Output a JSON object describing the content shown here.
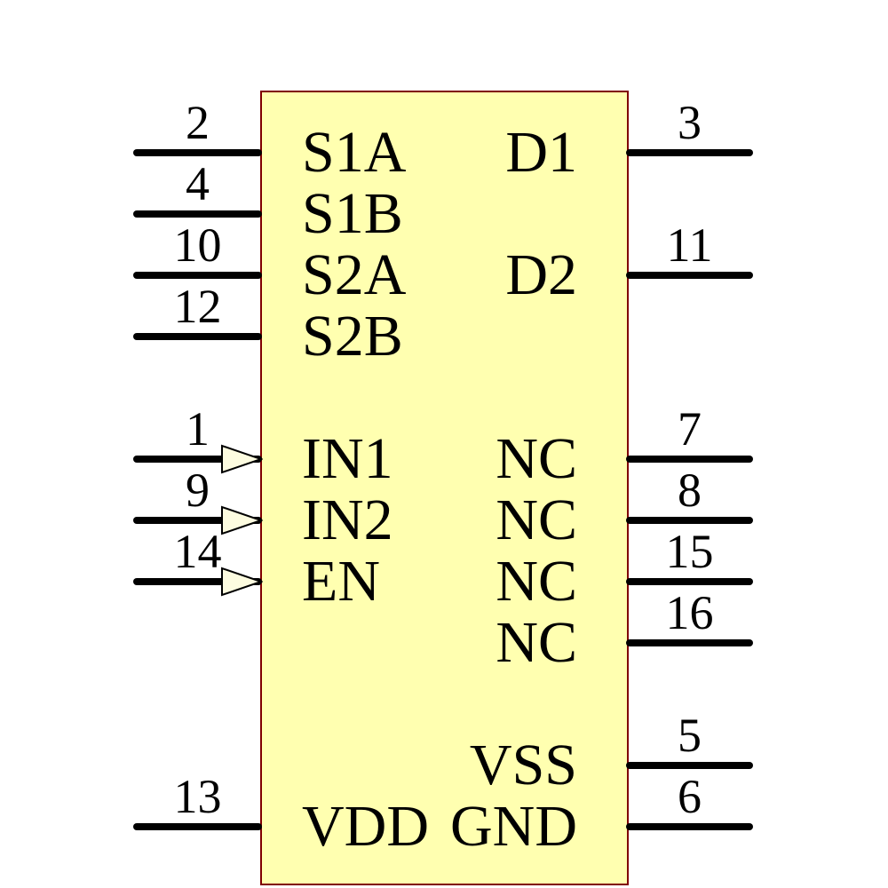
{
  "diagram": {
    "type": "ic-schematic-symbol",
    "colors": {
      "body_fill": "#FFFFB0",
      "body_border": "#800000",
      "pin_line": "#000000",
      "text": "#000000",
      "arrow_fill": "#FDFCE0",
      "arrow_stroke": "#000000",
      "background": "#FFFFFF"
    },
    "pins": [
      {
        "number": "2",
        "name": "S1A",
        "side": "left",
        "row": 0,
        "arrow": false
      },
      {
        "number": "4",
        "name": "S1B",
        "side": "left",
        "row": 1,
        "arrow": false
      },
      {
        "number": "10",
        "name": "S2A",
        "side": "left",
        "row": 2,
        "arrow": false
      },
      {
        "number": "12",
        "name": "S2B",
        "side": "left",
        "row": 3,
        "arrow": false
      },
      {
        "number": "1",
        "name": "IN1",
        "side": "left",
        "row": 5,
        "arrow": true
      },
      {
        "number": "9",
        "name": "IN2",
        "side": "left",
        "row": 6,
        "arrow": true
      },
      {
        "number": "14",
        "name": "EN",
        "side": "left",
        "row": 7,
        "arrow": true
      },
      {
        "number": "13",
        "name": "VDD",
        "side": "left",
        "row": 11,
        "arrow": false
      },
      {
        "number": "3",
        "name": "D1",
        "side": "right",
        "row": 0,
        "arrow": false
      },
      {
        "number": "11",
        "name": "D2",
        "side": "right",
        "row": 2,
        "arrow": false
      },
      {
        "number": "7",
        "name": "NC",
        "side": "right",
        "row": 5,
        "arrow": false
      },
      {
        "number": "8",
        "name": "NC",
        "side": "right",
        "row": 6,
        "arrow": false
      },
      {
        "number": "15",
        "name": "NC",
        "side": "right",
        "row": 7,
        "arrow": false
      },
      {
        "number": "16",
        "name": "NC",
        "side": "right",
        "row": 8,
        "arrow": false
      },
      {
        "number": "5",
        "name": "VSS",
        "side": "right",
        "row": 10,
        "arrow": false
      },
      {
        "number": "6",
        "name": "GND",
        "side": "right",
        "row": 11,
        "arrow": false
      }
    ]
  }
}
